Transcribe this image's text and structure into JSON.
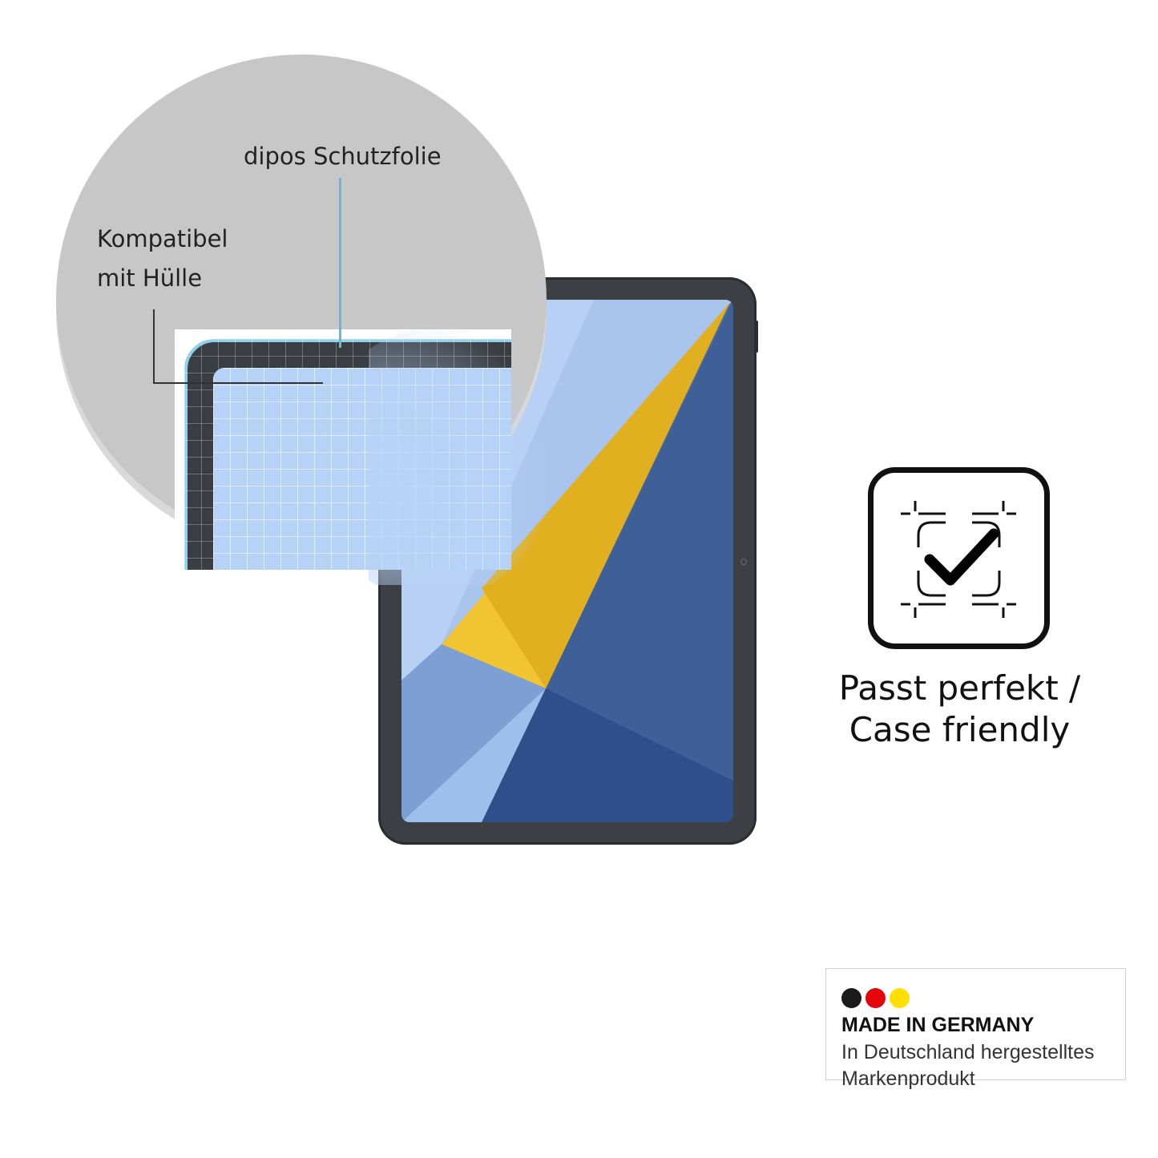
{
  "zoom_callout": {
    "film_label": "dipos Schutzfolie",
    "case_label_line1": "Kompatibel",
    "case_label_line2": "mit Hülle"
  },
  "feature": {
    "icon": "case-friendly-check-icon",
    "text_line1": "Passt perfekt /",
    "text_line2": "Case friendly"
  },
  "badge": {
    "flag_colors": [
      "#1a1a1a",
      "#e3060b",
      "#ffe000"
    ],
    "title": "MADE IN GERMANY",
    "line1": "In Deutschland hergestelltes",
    "line2": "Markenprodukt"
  }
}
